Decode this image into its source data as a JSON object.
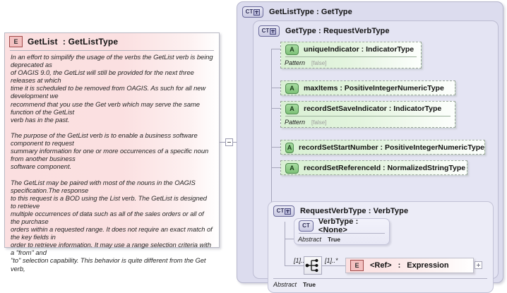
{
  "diagram": {
    "kind": "xml-schema-diagram",
    "colors": {
      "element_pink": "#fbdfe0",
      "attribute_green": "#d9f0d4",
      "complextype_lavender": "#dcdcee",
      "border_grey": "#b6b6cc"
    }
  },
  "element_box": {
    "badge": "E",
    "name": "GetList",
    "separator": ":",
    "type": "GetListType",
    "documentation": "In an effort to simpilify the usage of the verbs the GetList verb is being deprecated as\nof OAGIS 9.0, the GetList will still be provided for the next three releases at which\ntime it is scheduled to be removed from OAGIS. As such for all new development we\nrecommend that you use the Get verb which may serve the same function of the GetList\nverb has in the past.\n\nThe purpose of the GetList verb is to enable a business software component to request\nsummary information for one or more occurrences of a specific noun from another business\nsoftware component.\n\nThe GetList may be paired with most of the nouns in the OAGIS specification.The response\nto this request is a BOD using the List verb. The GetList is designed to retrieve\nmultiple occurrences of data such as all of the sales orders or all of the purchase\norders within a requested range. It does not require an exact match of the key fields in\norder to retrieve information. It may use a range selection criteria with a \"from\" and\n\"to\" selection capability. This behavior is quite different from the Get verb,"
  },
  "connector": {
    "collapse_toggle": "minus"
  },
  "outer_type": {
    "badge": "CT+",
    "name": "GetListType",
    "separator": ":",
    "base": "GetType",
    "title": "GetListType : GetType"
  },
  "mid_type": {
    "badge": "CT+",
    "name": "GetType",
    "separator": ":",
    "base": "RequestVerbType",
    "title": "GetType : RequestVerbType"
  },
  "attributes": [
    {
      "badge": "A",
      "name": "uniqueIndicator",
      "separator": ":",
      "type": "IndicatorType",
      "title": "uniqueIndicator : IndicatorType",
      "facet_key": "Pattern",
      "facet_value": "[false]"
    },
    {
      "badge": "A",
      "name": "maxItems",
      "separator": ":",
      "type": "PositiveIntegerNumericType",
      "title": "maxItems : PositiveIntegerNumericType",
      "facet_key": "",
      "facet_value": ""
    },
    {
      "badge": "A",
      "name": "recordSetSaveIndicator",
      "separator": ":",
      "type": "IndicatorType",
      "title": "recordSetSaveIndicator : IndicatorType",
      "facet_key": "Pattern",
      "facet_value": "[false]"
    },
    {
      "badge": "A",
      "name": "recordSetStartNumber",
      "separator": ":",
      "type": "PositiveIntegerNumericType",
      "title": "recordSetStartNumber : PositiveIntegerNumericType",
      "facet_key": "",
      "facet_value": ""
    },
    {
      "badge": "A",
      "name": "recordSetReferenceId",
      "separator": ":",
      "type": "NormalizedStringType",
      "title": "recordSetReferenceId : NormalizedStringType",
      "facet_key": "",
      "facet_value": ""
    }
  ],
  "inner_type": {
    "badge": "CT+",
    "name": "RequestVerbType",
    "separator": ":",
    "base": "VerbType",
    "title": "RequestVerbType : VerbType",
    "abstract_key": "Abstract",
    "abstract_value": "True"
  },
  "verb_type": {
    "badge": "CT",
    "name": "VerbType",
    "separator": ":",
    "base": "<None>",
    "title": "VerbType : <None>",
    "abstract_key": "Abstract",
    "abstract_value": "True"
  },
  "ref_row": {
    "left_cardinality": "[1]..[1]",
    "compositor": "sequence",
    "right_cardinality": "[1]..*",
    "badge": "E",
    "name": "<Ref>",
    "separator": ":",
    "type": "Expression",
    "expand_toggle": "plus"
  }
}
